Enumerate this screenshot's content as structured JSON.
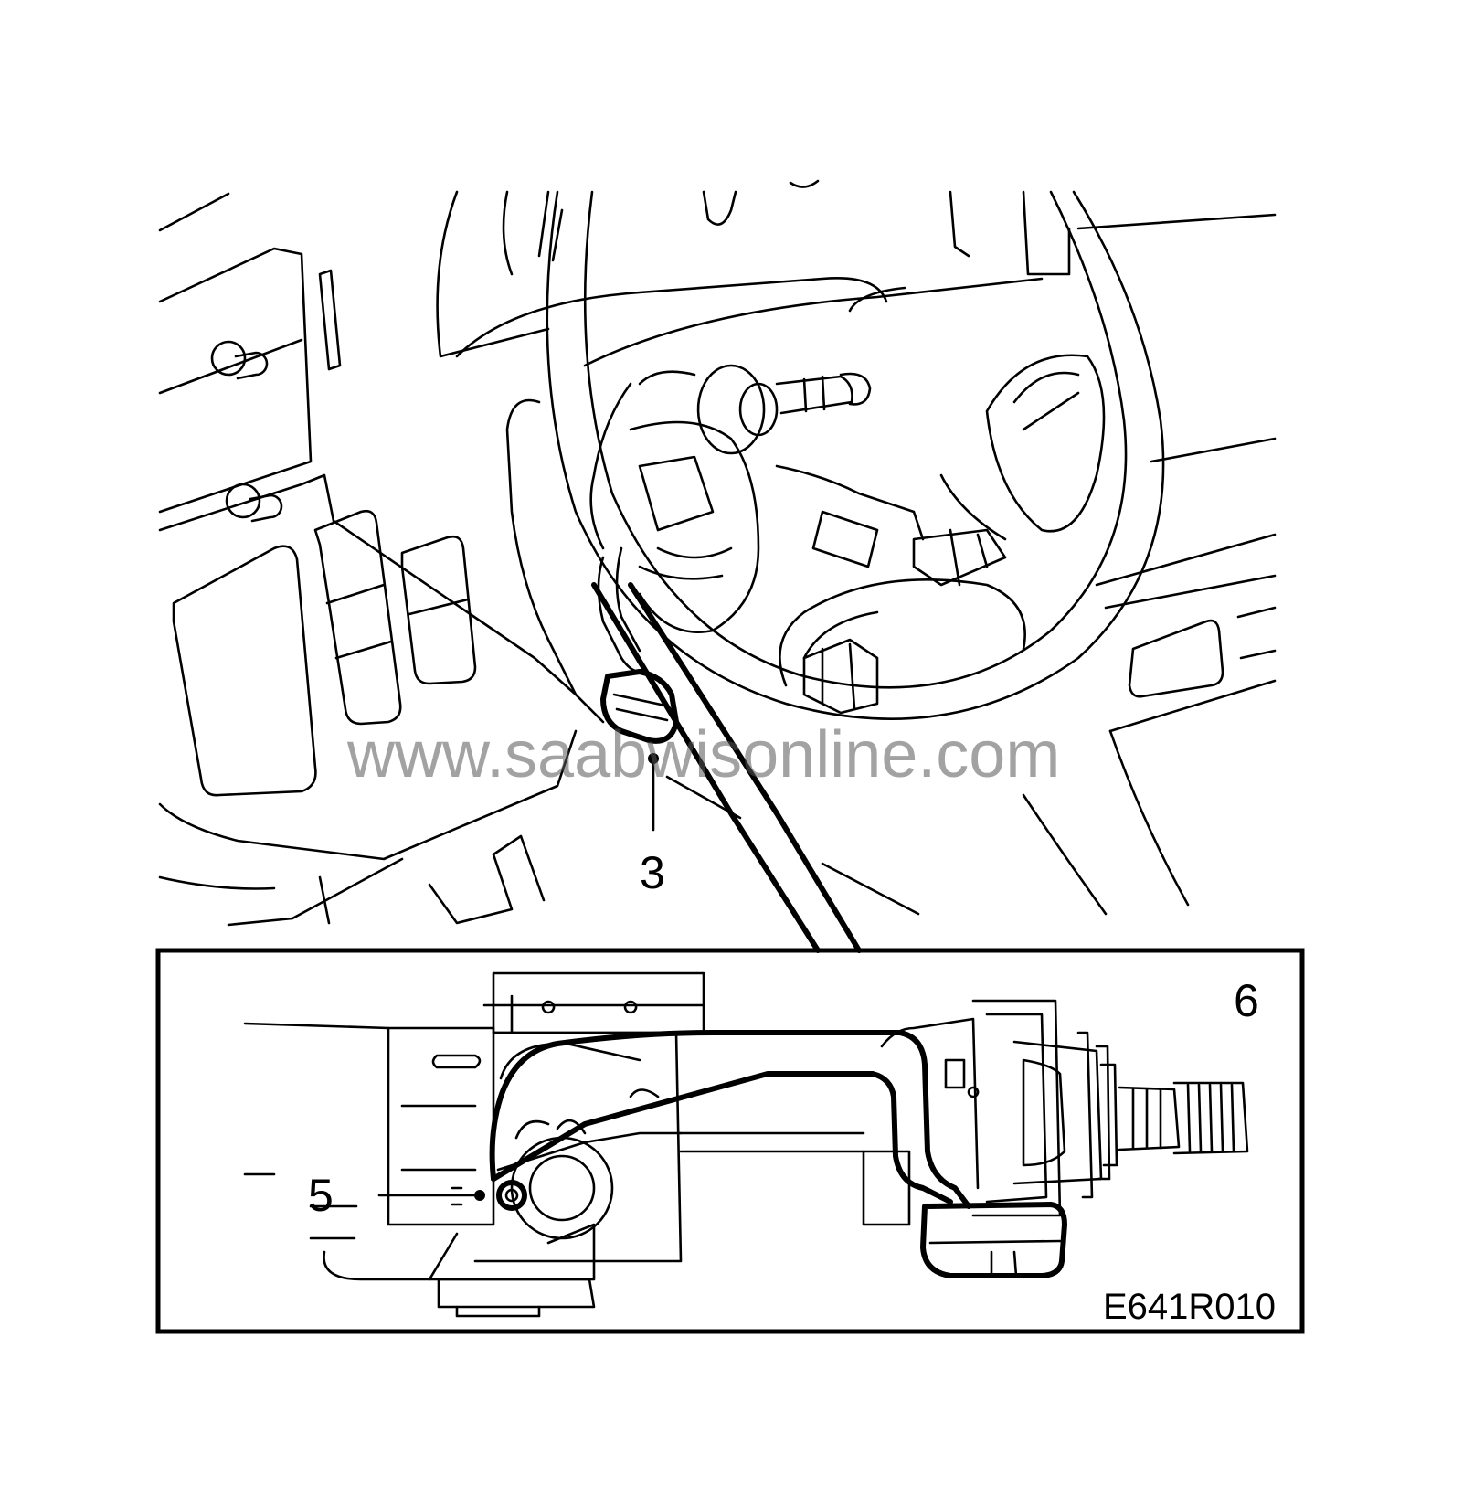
{
  "watermark": "www.saabwisonline.com",
  "callouts": {
    "top_part": "3",
    "inset_part": "6",
    "screw": "5"
  },
  "figure_code": "E641R010"
}
